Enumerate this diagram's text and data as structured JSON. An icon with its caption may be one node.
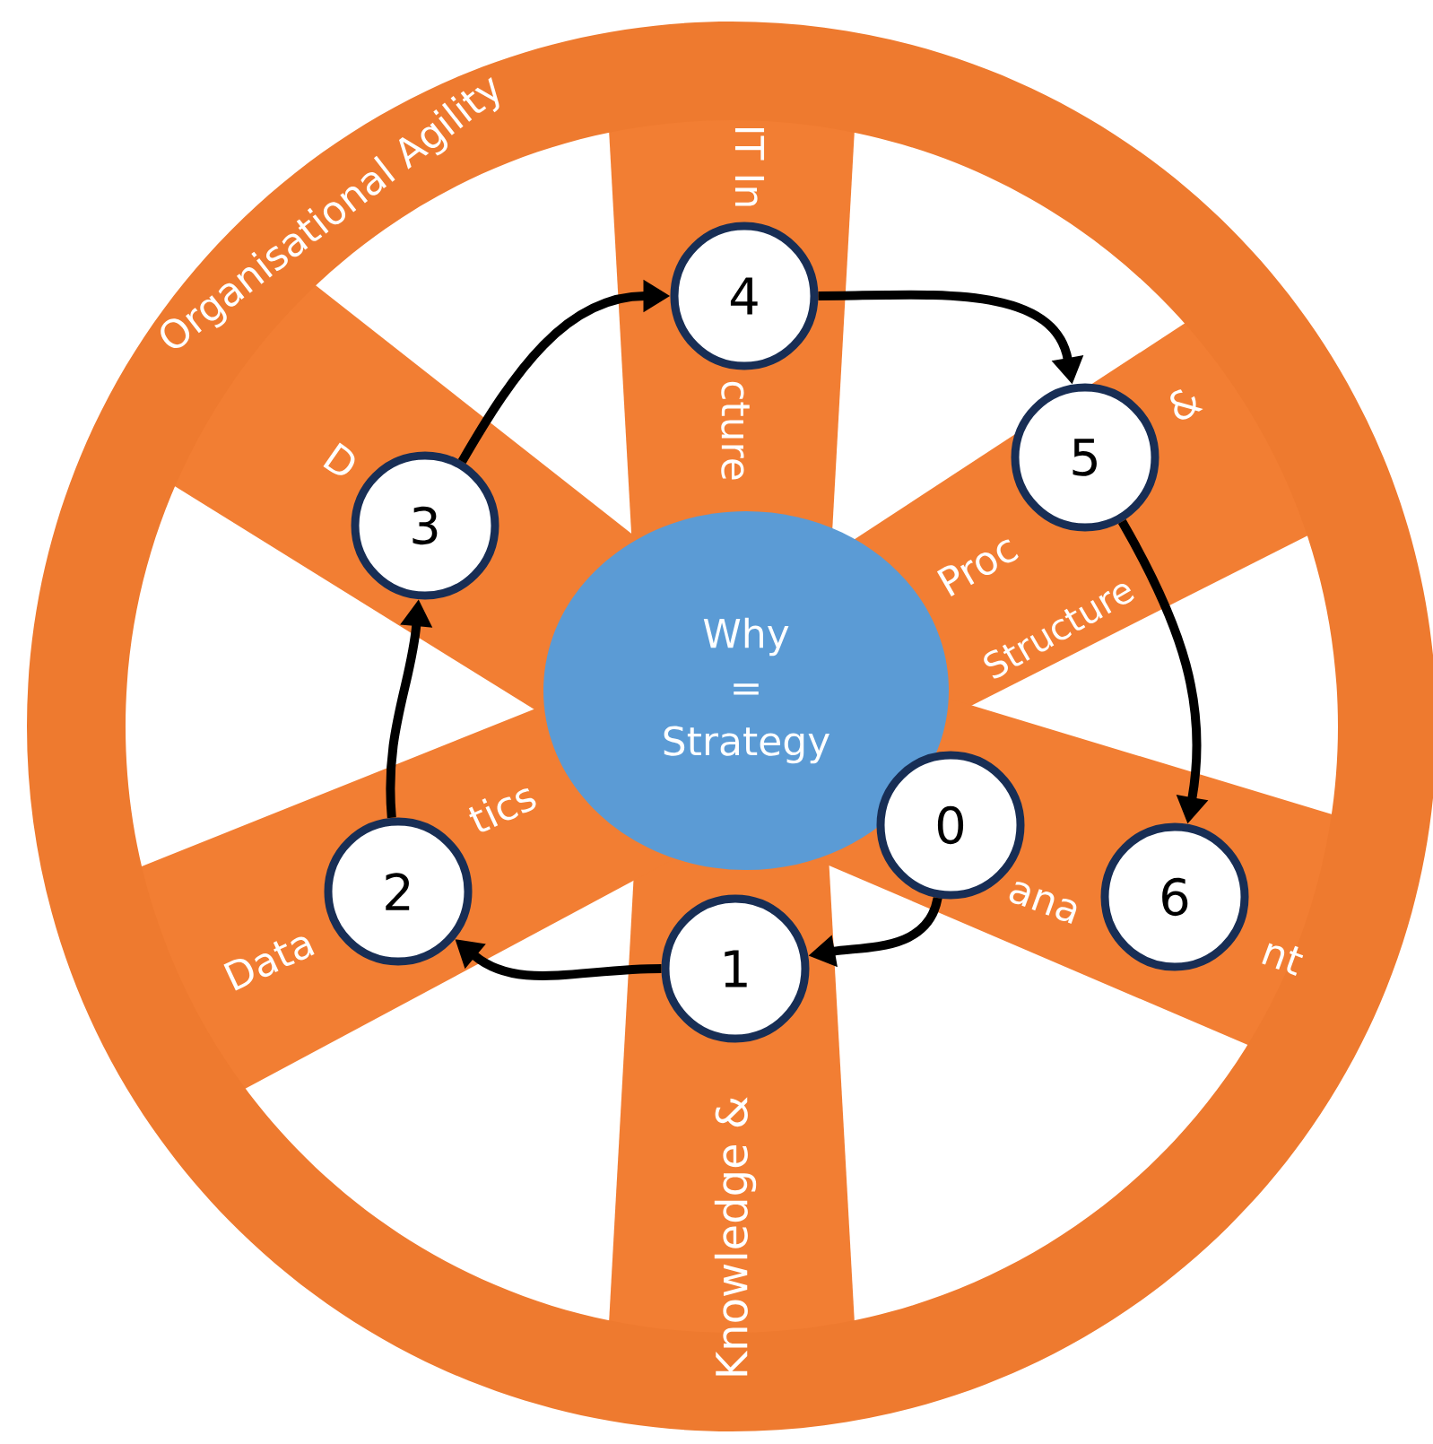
{
  "diagram": {
    "nodes": [
      {
        "text": [
          "Why = Strategy"
        ]
      },
      {
        "text": [
          "0"
        ]
      },
      {
        "text": [
          "1"
        ]
      },
      {
        "text": [
          "2"
        ]
      },
      {
        "text": [
          "3"
        ]
      },
      {
        "text": [
          "4"
        ]
      },
      {
        "text": [
          "5"
        ]
      },
      {
        "text": [
          "6"
        ]
      }
    ],
    "edges": [
      {
        "from": 1,
        "to": 2,
        "arrow": "to"
      },
      {
        "from": 2,
        "to": 3,
        "arrow": "to"
      },
      {
        "from": 3,
        "to": 4,
        "arrow": "to"
      },
      {
        "from": 4,
        "to": 5,
        "arrow": "to"
      },
      {
        "from": 5,
        "to": 6,
        "arrow": "to"
      },
      {
        "from": 6,
        "to": 7,
        "arrow": "to"
      }
    ],
    "labels": [
      "Organisational Agility",
      "IT In",
      "cture",
      "Proc",
      "&",
      "Structure",
      "ana",
      "nt",
      "Knowledge &",
      "Data",
      "tics",
      "D"
    ]
  }
}
